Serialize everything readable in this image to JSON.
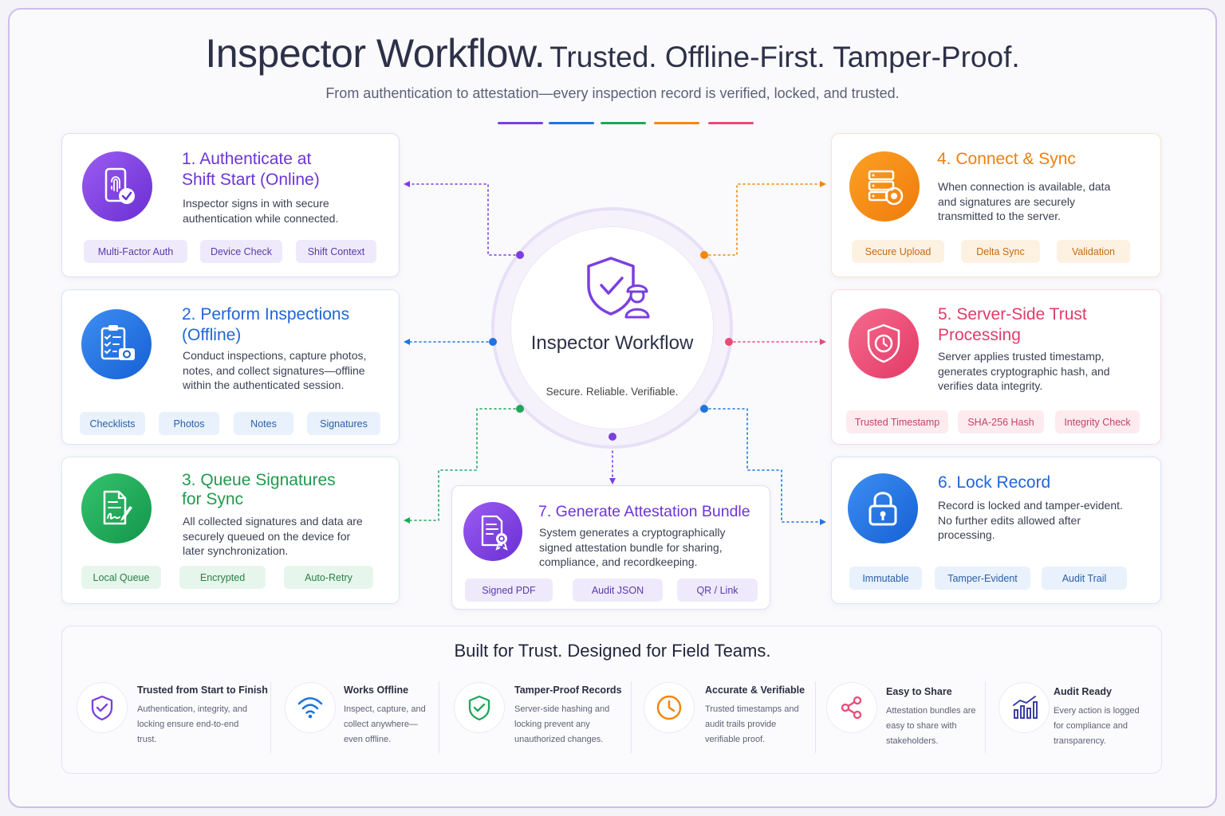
{
  "header": {
    "title_main": "Inspector Workflow.",
    "title_tagline": "Trusted. Offline-First. Tamper-Proof.",
    "subtitle": "From authentication to attestation—every inspection record is verified, locked, and trusted."
  },
  "hub": {
    "title": "Inspector Workflow",
    "subtitle": "Secure. Reliable. Verifiable."
  },
  "colors": {
    "purple": "#7b3fe0",
    "blue": "#1f74e0",
    "green": "#1ea75a",
    "orange": "#f2870f",
    "pink": "#ea4a77"
  },
  "steps": [
    {
      "title": "1. Authenticate at Shift Start (Online)",
      "description": "Inspector signs in with secure authentication while connected.",
      "icon": "phone-fingerprint-icon",
      "tags": [
        "Multi-Factor Auth",
        "Device Check",
        "Shift Context"
      ]
    },
    {
      "title": "2. Perform Inspections (Offline)",
      "description": "Conduct inspections, capture photos, notes, and collect signatures—offline within the authenticated session.",
      "icon": "clipboard-camera-icon",
      "tags": [
        "Checklists",
        "Photos",
        "Notes",
        "Signatures"
      ]
    },
    {
      "title": "3. Queue Signatures for Sync",
      "description": "All collected signatures and data are securely queued on the device for later synchronization.",
      "icon": "document-signature-icon",
      "tags": [
        "Local Queue",
        "Encrypted",
        "Auto-Retry"
      ]
    },
    {
      "title": "4. Connect & Sync",
      "description": "When connection is available, data and signatures are securely transmitted to the server.",
      "icon": "server-sync-icon",
      "tags": [
        "Secure Upload",
        "Delta Sync",
        "Validation"
      ]
    },
    {
      "title": "5. Server-Side Trust Processing",
      "description": "Server applies trusted timestamp, generates cryptographic hash, and verifies data integrity.",
      "icon": "shield-clock-icon",
      "tags": [
        "Trusted Timestamp",
        "SHA-256 Hash",
        "Integrity Check"
      ]
    },
    {
      "title": "6. Lock Record",
      "description": "Record is locked and tamper-evident. No further edits allowed after processing.",
      "icon": "padlock-icon",
      "tags": [
        "Immutable",
        "Tamper-Evident",
        "Audit Trail"
      ]
    },
    {
      "title": "7. Generate Attestation Bundle",
      "description": "System generates a cryptographically signed attestation bundle for sharing, compliance, and recordkeeping.",
      "icon": "certificate-document-icon",
      "tags": [
        "Signed PDF",
        "Audit JSON",
        "QR / Link"
      ]
    }
  ],
  "features": {
    "title": "Built for Trust. Designed for Field Teams.",
    "items": [
      {
        "title": "Trusted from Start to Finish",
        "description": "Authentication, integrity, and locking ensure end-to-end trust.",
        "icon": "shield-check-icon"
      },
      {
        "title": "Works Offline",
        "description": "Inspect, capture, and collect anywhere—even offline.",
        "icon": "wifi-icon"
      },
      {
        "title": "Tamper-Proof Records",
        "description": "Server-side hashing and locking prevent any unauthorized changes.",
        "icon": "shield-check-icon"
      },
      {
        "title": "Accurate & Verifiable",
        "description": "Trusted timestamps and audit trails provide verifiable proof.",
        "icon": "clock-icon"
      },
      {
        "title": "Easy to Share",
        "description": "Attestation bundles are easy to share with stakeholders.",
        "icon": "share-icon"
      },
      {
        "title": "Audit Ready",
        "description": "Every action is logged for compliance and transparency.",
        "icon": "bar-chart-icon"
      }
    ]
  }
}
